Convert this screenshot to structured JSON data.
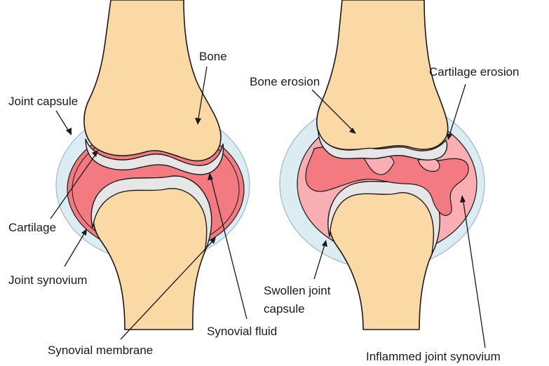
{
  "healthy_joint": {
    "labels": {
      "bone": "Bone",
      "joint_capsule": "Joint capsule",
      "cartilage": "Cartilage",
      "joint_synovium": "Joint synovium",
      "synovial_membrane": "Synovial membrane",
      "synovial_fluid": "Synovial fluid"
    }
  },
  "arthritic_joint": {
    "labels": {
      "bone_erosion": "Bone erosion",
      "cartilage_erosion": "Cartilage erosion",
      "swollen_capsule_line1": "Swollen joint",
      "swollen_capsule_line2": "capsule",
      "inflamed_synovium": "Inflammed joint synovium"
    }
  },
  "colors": {
    "bone": "#fbd9a4",
    "cartilage": "#e6e6e6",
    "joint_capsule": "#dbecf2",
    "synovial_fluid": "#f47a82",
    "inflamed_synovium": "#f8aeb2"
  }
}
